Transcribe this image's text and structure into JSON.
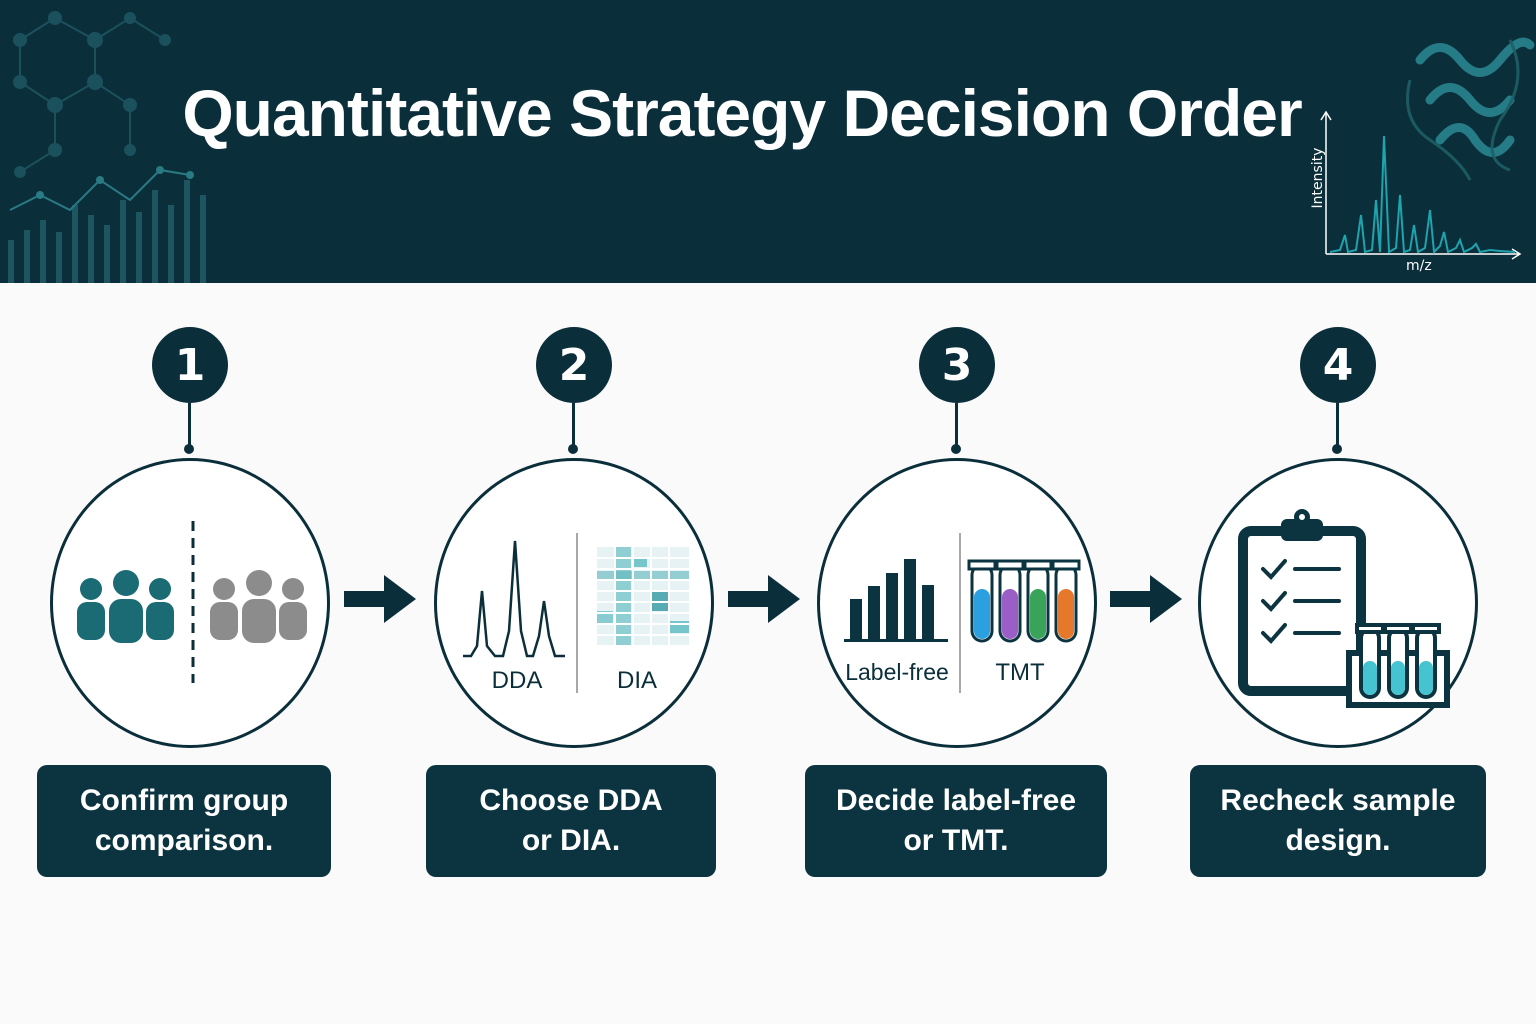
{
  "header": {
    "title": "Quantitative Strategy Decision Order",
    "spectrum_y_label": "Intensity",
    "spectrum_x_label": "m/z"
  },
  "colors": {
    "navy": "#0b2e3b",
    "teal": "#1a6b73",
    "gray": "#8c8c8c"
  },
  "steps": [
    {
      "number": "1",
      "icon": "two-groups-icon",
      "caption_line1": "Confirm group",
      "caption_line2": "comparison."
    },
    {
      "number": "2",
      "icon": "dda-dia-icon",
      "left_label": "DDA",
      "right_label": "DIA",
      "caption_line1": "Choose DDA",
      "caption_line2": "or DIA."
    },
    {
      "number": "3",
      "icon": "labelfree-tmt-icon",
      "left_label": "Label-free",
      "right_label": "TMT",
      "caption_line1": "Decide label-free",
      "caption_line2": "or TMT."
    },
    {
      "number": "4",
      "icon": "clipboard-tubes-icon",
      "caption_line1": "Recheck sample",
      "caption_line2": "design."
    }
  ]
}
